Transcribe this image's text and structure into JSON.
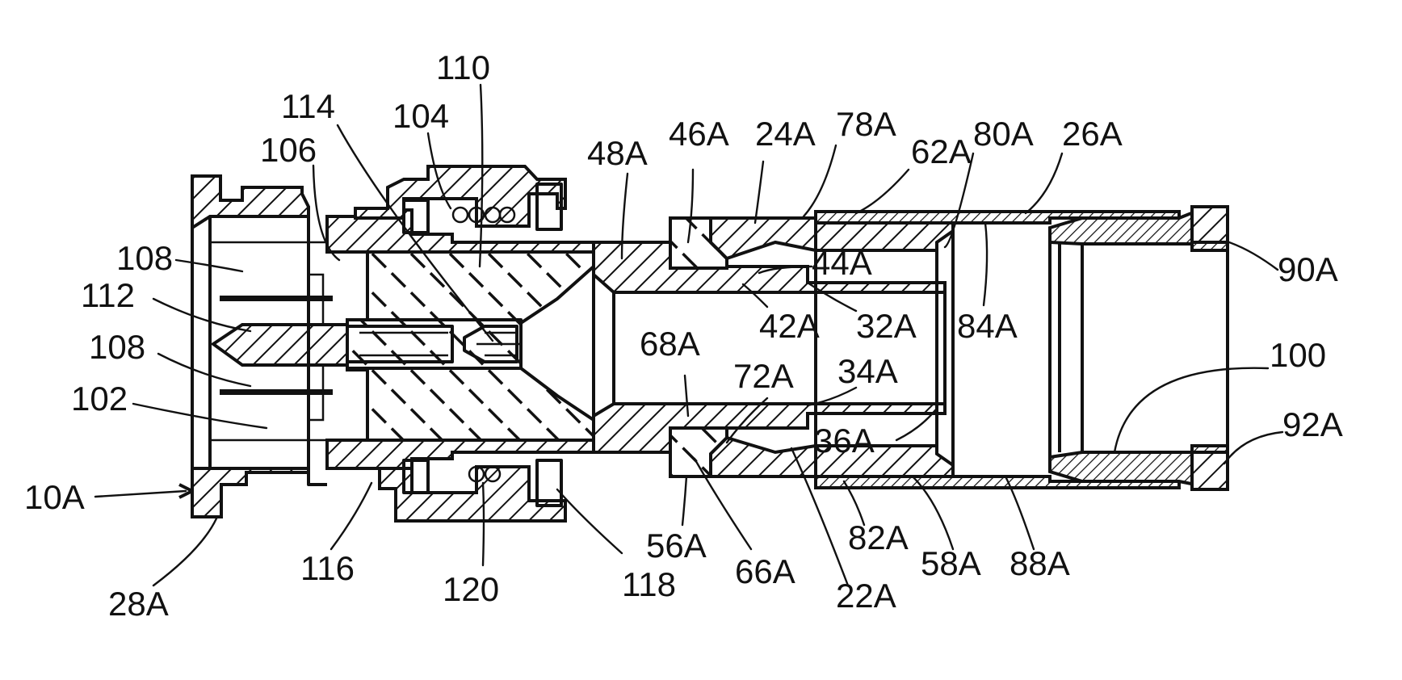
{
  "figure": {
    "labels": {
      "l110": "110",
      "l114": "114",
      "l104": "104",
      "l106": "106",
      "l108a": "108",
      "l112": "112",
      "l108b": "108",
      "l102": "102",
      "l10A": "10A",
      "l28A": "28A",
      "l116": "116",
      "l120": "120",
      "l118": "118",
      "l48A": "48A",
      "l46A": "46A",
      "l24A": "24A",
      "l78A": "78A",
      "l62A": "62A",
      "l80A": "80A",
      "l26A": "26A",
      "l90A": "90A",
      "l44A": "44A",
      "l42A": "42A",
      "l32A": "32A",
      "l84A": "84A",
      "l68A": "68A",
      "l72A": "72A",
      "l34A": "34A",
      "l100": "100",
      "l36A": "36A",
      "l92A": "92A",
      "l56A": "56A",
      "l66A": "66A",
      "l22A": "22A",
      "l82A": "82A",
      "l58A": "58A",
      "l88A": "88A"
    }
  }
}
